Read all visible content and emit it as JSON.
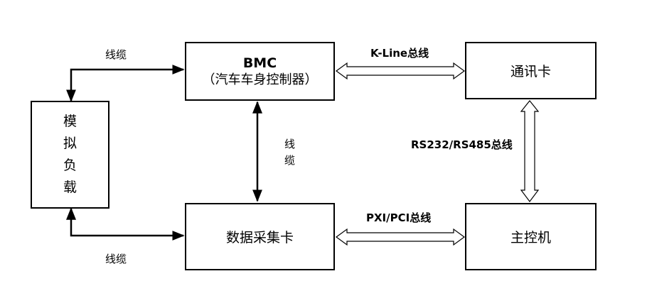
{
  "boxes": {
    "bmc": {
      "title": "BMC",
      "subtitle": "（汽车车身控制器）"
    },
    "comm_card": {
      "label": "通讯卡"
    },
    "sim_load": {
      "chars": [
        "模",
        "拟",
        "负",
        "载"
      ]
    },
    "daq_card": {
      "label": "数据采集卡"
    },
    "host": {
      "label": "主控机"
    }
  },
  "links": {
    "cable_top": "线缆",
    "cable_bottom": "线缆",
    "cable_mid_1": "线",
    "cable_mid_2": "缆",
    "kline_bus": "K-Line总线",
    "rs_bus": "RS232/RS485总线",
    "pxi_bus": "PXI/PCI总线"
  }
}
